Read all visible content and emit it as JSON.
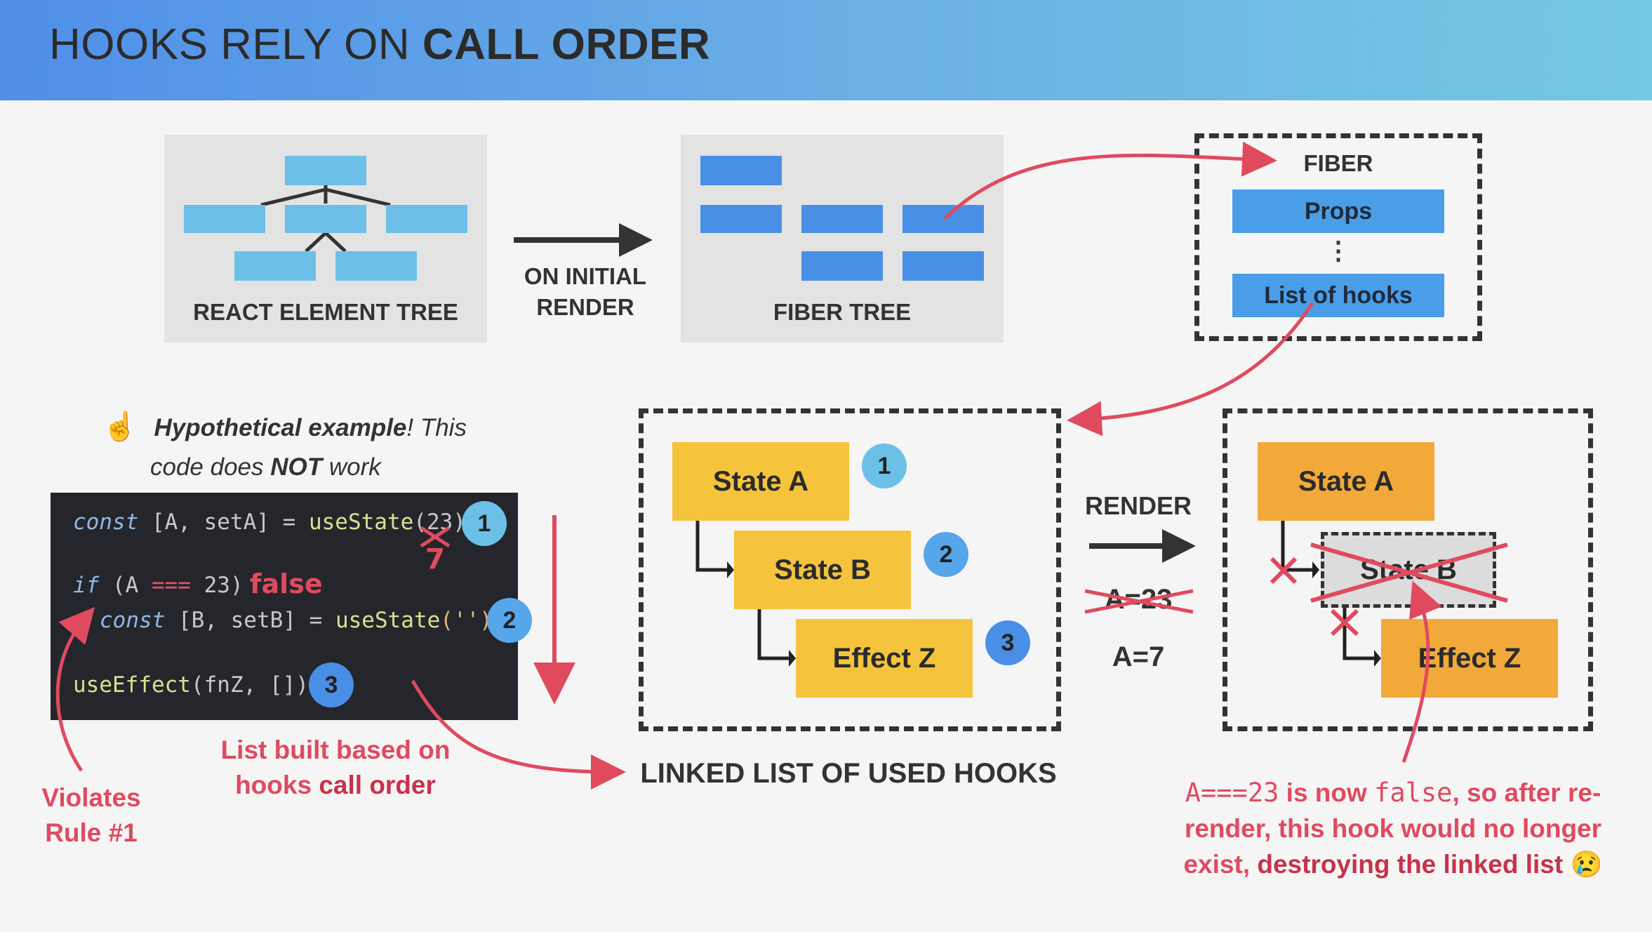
{
  "header": {
    "title_light": "HOOKS RELY ON ",
    "title_bold": "CALL ORDER"
  },
  "element_tree": {
    "caption": "REACT ELEMENT TREE"
  },
  "arrow1": {
    "line1": "ON INITIAL",
    "line2": "RENDER"
  },
  "fiber_tree": {
    "caption": "FIBER TREE"
  },
  "fiber": {
    "title": "FIBER",
    "props": "Props",
    "dots": "⋮",
    "hooks": "List of hooks"
  },
  "note": {
    "icon": "☝",
    "bold": "Hypothetical example",
    "rest1": "! This",
    "rest2a": "code does ",
    "rest2b": "NOT",
    "rest2c": " work"
  },
  "code": {
    "line1_kw": "const",
    "line1_rest": " [A, setA] = ",
    "line1_fn": "useState",
    "line1_arg": "(23)",
    "line1_badge": "1",
    "seven": "7",
    "line2_kw": "if",
    "line2_rest": " (A ",
    "line2_op": "===",
    "line2_num": " 23)",
    "line2_false": "false",
    "line3_kw": "const",
    "line3_rest": " [B, setB] = ",
    "line3_fn": "useState",
    "line3_arg": "('')",
    "line3_badge": "2",
    "line4_fn": "useEffect",
    "line4_rest": "(fnZ, [])",
    "line4_badge": "3"
  },
  "violates": {
    "line1": "Violates",
    "line2": "Rule #1"
  },
  "list_built": {
    "line1": "List built based on",
    "line2a": "hooks ",
    "line2b": "call order"
  },
  "linked_list": {
    "caption": "LINKED LIST OF USED HOOKS",
    "items": [
      {
        "label": "State A",
        "badge": "1"
      },
      {
        "label": "State B",
        "badge": "2"
      },
      {
        "label": "Effect Z",
        "badge": "3"
      }
    ]
  },
  "render": {
    "label": "RENDER",
    "old": "A=23",
    "new": "A=7"
  },
  "after": {
    "item1": "State A",
    "item2": "State B",
    "item3": "Effect Z"
  },
  "explanation": {
    "code1": "A===23",
    "t1": " is now ",
    "code2": "false",
    "t2": ", so after re-",
    "line2": "render, this hook would no longer",
    "line3a": "exist, ",
    "line3b": "destroying the linked list",
    "emoji": "😢"
  },
  "colors": {
    "red": "#e04a5f",
    "yellow": "#f5c43c",
    "orange": "#f2a93a",
    "blue": "#4a8fe6",
    "light_blue": "#6cc0e8"
  }
}
